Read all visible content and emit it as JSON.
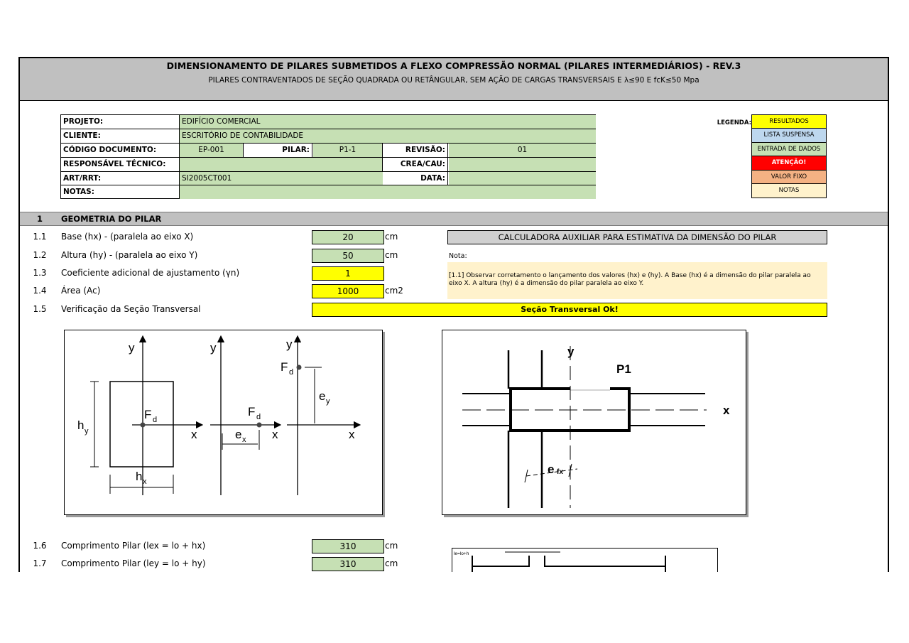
{
  "header": {
    "title": "DIMENSIONAMENTO DE PILARES SUBMETIDOS A FLEXO COMPRESSÃO NORMAL (PILARES INTERMEDIÁRIOS) - REV.3",
    "subtitle": "PILARES CONTRAVENTADOS DE SEÇÃO QUADRADA OU RETÂNGULAR, SEM AÇÃO DE CARGAS TRANSVERSAIS E λ≤90 E fcK≤50 Mpa"
  },
  "project": {
    "projeto_label": "PROJETO:",
    "projeto_value": "EDIFÍCIO COMERCIAL",
    "cliente_label": "CLIENTE:",
    "cliente_value": "ESCRITÓRIO DE CONTABILIDADE",
    "codigo_label": "CÓDIGO DOCUMENTO:",
    "codigo_value": "EP-001",
    "pilar_label": "PILAR:",
    "pilar_value": "P1-1",
    "revisao_label": "REVISÃO:",
    "revisao_value": "01",
    "responsavel_label": "RESPONSÁVEL TÉCNICO:",
    "responsavel_value": "",
    "crea_label": "CREA/CAU:",
    "crea_value": "",
    "art_label": "ART/RRT:",
    "art_value": "SI2005CT001",
    "data_label": "DATA:",
    "data_value": "",
    "notas_label": "NOTAS:",
    "notas_value": ""
  },
  "legend": {
    "label": "LEGENDA:",
    "items": [
      {
        "text": "RESULTADOS",
        "color": "#ffff00"
      },
      {
        "text": "LISTA SUSPENSA",
        "color": "#bdd7ee"
      },
      {
        "text": "ENTRADA DE DADOS",
        "color": "#c6e0b4"
      },
      {
        "text": "ATENÇÃO!",
        "color": "#ff0000"
      },
      {
        "text": "VALOR FIXO",
        "color": "#f4b183"
      },
      {
        "text": "NOTAS",
        "color": "#fff2cc"
      }
    ]
  },
  "section1": {
    "num": "1",
    "title": "GEOMETRIA DO PILAR",
    "rows": [
      {
        "num": "1.1",
        "label": "Base (hx) - (paralela ao eixo X)",
        "value": "20",
        "unit": "cm"
      },
      {
        "num": "1.2",
        "label": "Altura (hy) - (paralela ao eixo Y)",
        "value": "50",
        "unit": "cm"
      },
      {
        "num": "1.3",
        "label": "Coeficiente adicional de ajustamento (γn)",
        "value": "1",
        "unit": ""
      },
      {
        "num": "1.4",
        "label": "Área (Ac)",
        "value": "1000",
        "unit": "cm2"
      },
      {
        "num": "1.5",
        "label": "Verificação da Seção Transversal",
        "value": "Seção Transversal Ok!",
        "unit": ""
      },
      {
        "num": "1.6",
        "label": "Comprimento Pilar (lex = lo + hx)",
        "value": "310",
        "unit": "cm"
      },
      {
        "num": "1.7",
        "label": "Comprimento Pilar (ley = lo + hy)",
        "value": "310",
        "unit": "cm"
      }
    ],
    "calculator_button": "CALCULADORA AUXILIAR PARA ESTIMATIVA DA DIMENSÃO DO PILAR",
    "note_label": "Nota:",
    "note_text": "[1.1] Observar corretamento o lançamento dos valores (hx) e (hy). A Base (hx) é a dimensão do pilar paralela ao eixo X. A altura (hy) é a dimensão do pilar paralela ao eixo Y."
  },
  "figure1": {
    "y": "y",
    "x": "x",
    "Fd": "F",
    "d": "d",
    "hy": "h",
    "hx": "h",
    "sub_y": "y",
    "sub_x": "x",
    "ex": "e",
    "ey": "e"
  },
  "figure2": {
    "y": "y",
    "x": "x",
    "p1": "P1",
    "efx": "e",
    "fx": "fx"
  },
  "figure3": {
    "label": "le=lo+h"
  }
}
